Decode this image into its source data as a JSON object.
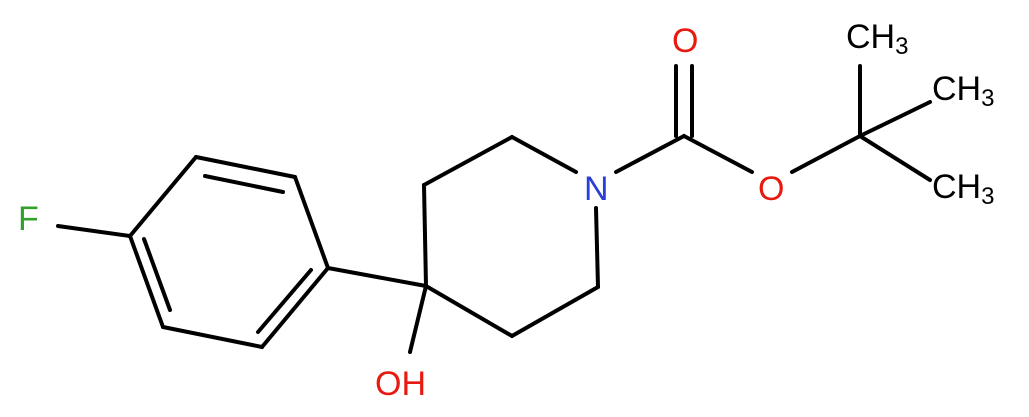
{
  "molecule": {
    "atoms": {
      "fluorine": "F",
      "nitrogen": "N",
      "carbonyl_oxygen": "O",
      "ester_oxygen": "O",
      "hydroxyl": "OH",
      "methyl_1": {
        "main": "CH",
        "sub": "3"
      },
      "methyl_2": {
        "main": "CH",
        "sub": "3"
      },
      "methyl_3": {
        "main": "CH",
        "sub": "3"
      }
    },
    "colors": {
      "bond": "#000000",
      "fluorine": "#33a02c",
      "nitrogen": "#2b3fd6",
      "oxygen": "#e8190f",
      "carbon": "#000000"
    }
  }
}
